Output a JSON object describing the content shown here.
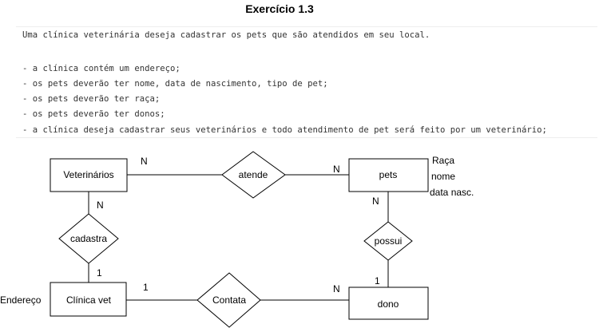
{
  "title": "Exercício 1.3",
  "description": {
    "lines": [
      "Uma clínica veterinária deseja cadastrar os pets que são atendidos em seu local.",
      "",
      "- a clínica contém um endereço;",
      "- os pets deverão ter nome, data de nascimento, tipo de pet;",
      "- os pets deverão ter raça;",
      "- os pets deverão ter donos;",
      "- a clínica deseja cadastrar seus veterinários e todo atendimento de pet será feito por um veterinário;"
    ]
  },
  "diagram": {
    "entities": {
      "veterinarios": "Veterinários",
      "pets": "pets",
      "clinica_vet": "Clínica vet",
      "dono": "dono"
    },
    "relationships": {
      "atende": "atende",
      "cadastra": "cadastra",
      "possui": "possui",
      "contata": "Contata"
    },
    "attributes": {
      "raca": "Raça",
      "nome": "nome",
      "data_nasc": "data nasc.",
      "endereco": "Endereço"
    },
    "cardinalities": {
      "vet_atende": "N",
      "atende_pets": "N",
      "vet_cadastra": "N",
      "cadastra_clinica": "1",
      "pets_possui": "N",
      "possui_dono": "1",
      "clinica_contata": "1",
      "contata_dono": "N"
    }
  }
}
